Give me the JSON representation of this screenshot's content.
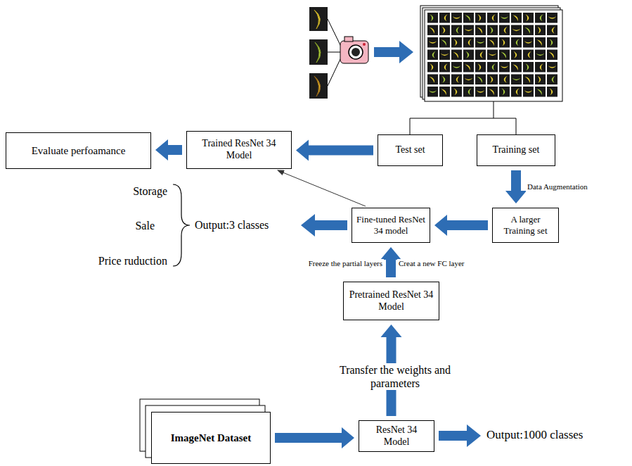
{
  "diagram": {
    "nodes": [
      {
        "text": [
          "Evaluate perfoamance"
        ]
      },
      {
        "text": [
          "Trained ResNet 34 Model"
        ]
      },
      {
        "text": [
          "Test set"
        ]
      },
      {
        "text": [
          "Training set"
        ]
      },
      {
        "text": [
          "Fine-tuned ResNet 34 model"
        ]
      },
      {
        "text": [
          "A larger Training set"
        ]
      },
      {
        "text": [
          "Pretrained ResNet 34 Model"
        ]
      },
      {
        "text": [
          "ImageNet Dataset"
        ]
      },
      {
        "text": [
          "ResNet 34 Model"
        ]
      }
    ],
    "edges": [
      {
        "from": 1,
        "to": 0,
        "arrow": "to"
      },
      {
        "from": 2,
        "to": 1,
        "arrow": "to"
      },
      {
        "from": 3,
        "to": 5,
        "arrow": "to",
        "label": "Data Augmentation"
      },
      {
        "from": 5,
        "to": 4,
        "arrow": "to"
      },
      {
        "from": 4,
        "to": 1,
        "arrow": "to"
      },
      {
        "from": 6,
        "to": 4,
        "arrow": "to"
      },
      {
        "from": 7,
        "to": 8,
        "arrow": "to"
      },
      {
        "from": 8,
        "to": 6,
        "arrow": "to",
        "label": "Transfer the weights and parameters"
      }
    ],
    "labels": [
      "Storage",
      "Sale",
      "Price ruduction",
      "Output:3 classes",
      "Freeze the partial layers",
      "Creat a new FC layer",
      "Output:1000 classes"
    ]
  }
}
